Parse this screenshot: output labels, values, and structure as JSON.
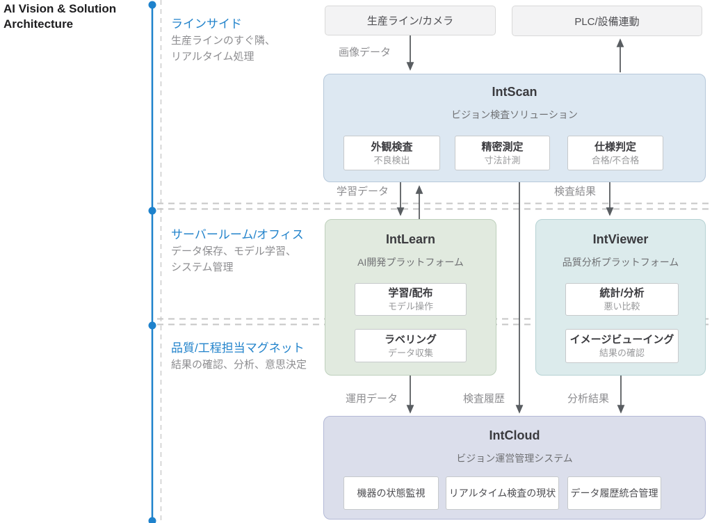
{
  "header": {
    "title": "AI Vision & Solution\nArchitecture"
  },
  "timeline": {
    "zones": [
      {
        "label": "ラインサイド",
        "desc": "生産ラインのすぐ隣、\nリアルタイム処理"
      },
      {
        "label": "サーバールーム/オフィス",
        "desc": "データ保存、モデル学習、\nシステム管理"
      },
      {
        "label": "品質/工程担当マグネット",
        "desc": "結果の確認、分析、意思決定"
      }
    ]
  },
  "external": [
    {
      "label": "生産ライン/カメラ"
    },
    {
      "label": "PLC/設備連動"
    }
  ],
  "products": [
    {
      "name": "IntScan",
      "subtitle": "ビジョン検査ソリューション",
      "features": [
        {
          "title": "外観検査",
          "desc": "不良検出"
        },
        {
          "title": "精密測定",
          "desc": "寸法計測"
        },
        {
          "title": "仕様判定",
          "desc": "合格/不合格"
        }
      ]
    },
    {
      "name": "IntLearn",
      "subtitle": "AI開発プラットフォーム",
      "features": [
        {
          "title": "学習/配布",
          "desc": "モデル操作"
        },
        {
          "title": "ラベリング",
          "desc": "データ収集"
        }
      ]
    },
    {
      "name": "IntViewer",
      "subtitle": "品質分析プラットフォーム",
      "features": [
        {
          "title": "統計/分析",
          "desc": "悪い比較"
        },
        {
          "title": "イメージビューイング",
          "desc": "結果の確認"
        }
      ]
    },
    {
      "name": "IntCloud",
      "subtitle": "ビジョン運営管理システム",
      "features": [
        {
          "title": "機器の状態監視"
        },
        {
          "title": "リアルタイム検査の現状"
        },
        {
          "title": "データ履歴統合管理"
        }
      ]
    }
  ],
  "flows": {
    "image_data": "画像データ",
    "training_data": "学習データ",
    "inspection_result": "検査結果",
    "operation_data": "運用データ",
    "inspection_history": "検査履歴",
    "analysis_result": "分析結果"
  },
  "colors": {
    "accent_blue": "#2283cb",
    "timeline_blue": "#1e82cc",
    "intscan_fill": "#dde8f2",
    "intlearn_fill": "#e1eadf",
    "intviewer_fill": "#dcebec",
    "intcloud_fill": "#dbdeeb",
    "external_fill": "#f3f3f4",
    "arrow_gray": "#595d61",
    "separator_gray": "#c6c6c6"
  }
}
